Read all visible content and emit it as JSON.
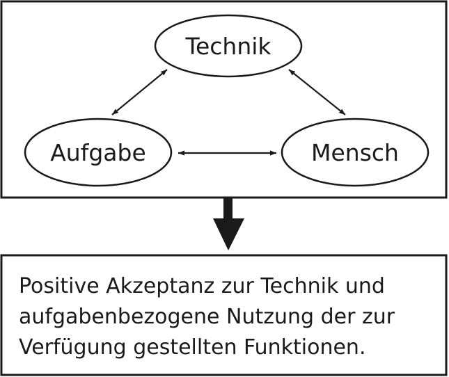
{
  "nodes": {
    "technik": "Technik",
    "aufgabe": "Aufgabe",
    "mensch": "Mensch"
  },
  "result": {
    "lines": [
      "Positive Akzeptanz zur Technik und",
      "aufgabenbezogene Nutzung der zur",
      "Verfügung gestellten Funktionen."
    ]
  },
  "colors": {
    "stroke": "#1a1a1a",
    "background": "#ffffff"
  }
}
